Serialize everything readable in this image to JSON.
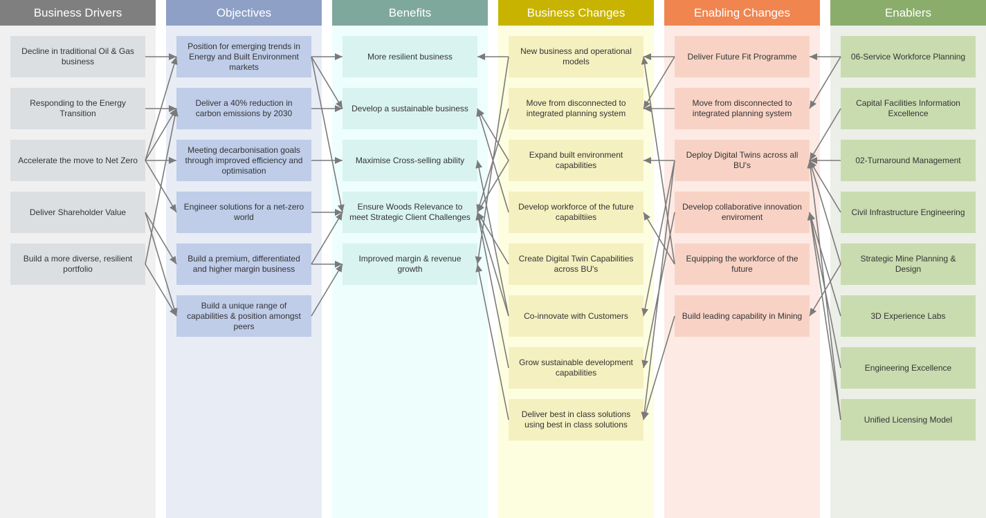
{
  "columns": [
    {
      "title": "Business Drivers",
      "header_color": "#7f7f7f",
      "bg": "#f0f0f0",
      "node_color": "#dcdfe2",
      "items": [
        "Decline in traditional Oil & Gas business",
        "Responding to the Energy Transition",
        "Accelerate the move to Net Zero",
        "Deliver Shareholder Value",
        "Build a more diverse, resilient portfolio"
      ]
    },
    {
      "title": "Objectives",
      "header_color": "#8ea0c6",
      "bg": "#e8ecf5",
      "node_color": "#bfcde9",
      "items": [
        "Position for emerging trends in Energy and Built Environment markets",
        "Deliver a 40% reduction in carbon emissions by 2030",
        "Meeting decarbonisation goals through improved efficiency and optimisation",
        "Engineer solutions for a net-zero world",
        "Build a premium, differentiated and higher margin business",
        "Build a unique range of capabilities & position amongst peers"
      ]
    },
    {
      "title": "Benefits",
      "header_color": "#7fa89c",
      "bg": "#eefefd",
      "node_color": "#d9f4f0",
      "items": [
        "More resilient business",
        "Develop a sustainable business",
        "Maximise Cross-selling ability",
        "Ensure Woods Relevance to meet Strategic Client Challenges",
        "Improved margin & revenue growth"
      ]
    },
    {
      "title": "Business Changes",
      "header_color": "#c8b400",
      "bg": "#fdfde0",
      "node_color": "#f5f0c0",
      "items": [
        "New business and operational models",
        "Move from disconnected to integrated planning system",
        "Expand built environment capabilities",
        "Develop workforce of the future capabiltiies",
        "Create Digital Twin Capabilities across BU's",
        "Co-innovate with Customers",
        "Grow sustainable development capabilities",
        "Deliver best in class solutions using best in class solutions"
      ]
    },
    {
      "title": "Enabling Changes",
      "header_color": "#f08550",
      "bg": "#fdeae4",
      "node_color": "#f8d3c5",
      "items": [
        "Deliver Future Fit Programme",
        "Move from disconnected to integrated planning system",
        "Deploy Digital Twins across all BU's",
        "Develop collaborative innovation enviroment",
        "Equipping the workforce of the future",
        "Build leading capability in Mining"
      ]
    },
    {
      "title": "Enablers",
      "header_color": "#8aad6c",
      "bg": "#ecefe8",
      "node_color": "#c9dcb0",
      "items": [
        "06-Service Workforce Planning",
        "Capital Facilities Information Excellence",
        "02-Turnaround Management",
        "Civil Infrastructure Engineering",
        "Strategic Mine Planning & Design",
        "3D Experience Labs",
        "Engineering Excellence",
        "Unified Licensing Model"
      ]
    }
  ],
  "edge_color": "#7a7a7a",
  "edges": [
    [
      [
        0,
        0
      ],
      [
        1,
        0
      ]
    ],
    [
      [
        0,
        1
      ],
      [
        1,
        1
      ]
    ],
    [
      [
        0,
        2
      ],
      [
        1,
        2
      ]
    ],
    [
      [
        0,
        2
      ],
      [
        1,
        3
      ]
    ],
    [
      [
        0,
        2
      ],
      [
        1,
        0
      ]
    ],
    [
      [
        0,
        2
      ],
      [
        1,
        1
      ]
    ],
    [
      [
        0,
        3
      ],
      [
        1,
        4
      ]
    ],
    [
      [
        0,
        3
      ],
      [
        1,
        5
      ]
    ],
    [
      [
        0,
        4
      ],
      [
        1,
        1
      ]
    ],
    [
      [
        0,
        4
      ],
      [
        1,
        5
      ]
    ],
    [
      [
        1,
        0
      ],
      [
        2,
        0
      ]
    ],
    [
      [
        1,
        0
      ],
      [
        2,
        1
      ]
    ],
    [
      [
        1,
        0
      ],
      [
        2,
        3
      ]
    ],
    [
      [
        1,
        1
      ],
      [
        2,
        1
      ]
    ],
    [
      [
        1,
        2
      ],
      [
        2,
        2
      ]
    ],
    [
      [
        1,
        3
      ],
      [
        2,
        3
      ]
    ],
    [
      [
        1,
        4
      ],
      [
        2,
        3
      ]
    ],
    [
      [
        1,
        4
      ],
      [
        2,
        4
      ]
    ],
    [
      [
        1,
        5
      ],
      [
        2,
        4
      ]
    ],
    [
      [
        3,
        0
      ],
      [
        2,
        0
      ]
    ],
    [
      [
        3,
        0
      ],
      [
        2,
        4
      ]
    ],
    [
      [
        3,
        1
      ],
      [
        2,
        3
      ]
    ],
    [
      [
        3,
        2
      ],
      [
        2,
        1
      ]
    ],
    [
      [
        3,
        2
      ],
      [
        2,
        3
      ]
    ],
    [
      [
        3,
        3
      ],
      [
        2,
        1
      ]
    ],
    [
      [
        3,
        4
      ],
      [
        2,
        3
      ]
    ],
    [
      [
        3,
        5
      ],
      [
        2,
        2
      ]
    ],
    [
      [
        3,
        5
      ],
      [
        2,
        3
      ]
    ],
    [
      [
        3,
        6
      ],
      [
        2,
        3
      ]
    ],
    [
      [
        3,
        7
      ],
      [
        2,
        4
      ]
    ],
    [
      [
        4,
        0
      ],
      [
        3,
        0
      ]
    ],
    [
      [
        4,
        0
      ],
      [
        3,
        1
      ]
    ],
    [
      [
        4,
        1
      ],
      [
        3,
        1
      ]
    ],
    [
      [
        4,
        2
      ],
      [
        3,
        2
      ]
    ],
    [
      [
        4,
        2
      ],
      [
        3,
        5
      ]
    ],
    [
      [
        4,
        2
      ],
      [
        3,
        7
      ]
    ],
    [
      [
        4,
        3
      ],
      [
        3,
        6
      ]
    ],
    [
      [
        4,
        4
      ],
      [
        3,
        3
      ]
    ],
    [
      [
        4,
        4
      ],
      [
        3,
        0
      ]
    ],
    [
      [
        4,
        5
      ],
      [
        3,
        7
      ]
    ],
    [
      [
        5,
        0
      ],
      [
        4,
        0
      ]
    ],
    [
      [
        5,
        0
      ],
      [
        4,
        1
      ]
    ],
    [
      [
        5,
        1
      ],
      [
        4,
        2
      ]
    ],
    [
      [
        5,
        2
      ],
      [
        4,
        2
      ]
    ],
    [
      [
        5,
        3
      ],
      [
        4,
        2
      ]
    ],
    [
      [
        5,
        4
      ],
      [
        4,
        2
      ]
    ],
    [
      [
        5,
        4
      ],
      [
        4,
        5
      ]
    ],
    [
      [
        5,
        5
      ],
      [
        4,
        3
      ]
    ],
    [
      [
        5,
        6
      ],
      [
        4,
        3
      ]
    ],
    [
      [
        5,
        7
      ],
      [
        4,
        3
      ]
    ],
    [
      [
        5,
        7
      ],
      [
        4,
        2
      ]
    ]
  ]
}
